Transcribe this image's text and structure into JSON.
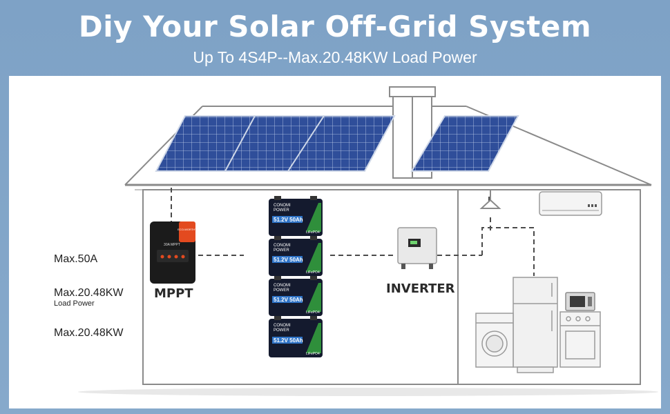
{
  "header": {
    "title": "Diy Your Solar Off-Grid System",
    "subtitle": "Up To 4S4P--Max.20.48KW Load Power"
  },
  "labels": {
    "mppt_current": "Max.50A",
    "load_power_value": "Max.20.48KW",
    "load_power_caption": "Load Power",
    "inverter_power": "Max.20.48KW",
    "mppt": "MPPT",
    "inverter": "INVERTER"
  },
  "battery": {
    "brand_line1": "CONOMI",
    "brand_line2": "POWER",
    "rating": "51.2V 50Ah",
    "chemistry": "LiFePO4"
  },
  "controller": {
    "brand": "ECO-WORTHY",
    "model": "30A MPPT"
  },
  "colors": {
    "background": "#7fa3c6",
    "panel_blue": "#2f4e9a",
    "battery_body": "#141a2e",
    "battery_face": "#2f74c8",
    "battery_accent": "#2f8f3b",
    "mppt_accent": "#e34a1f"
  }
}
